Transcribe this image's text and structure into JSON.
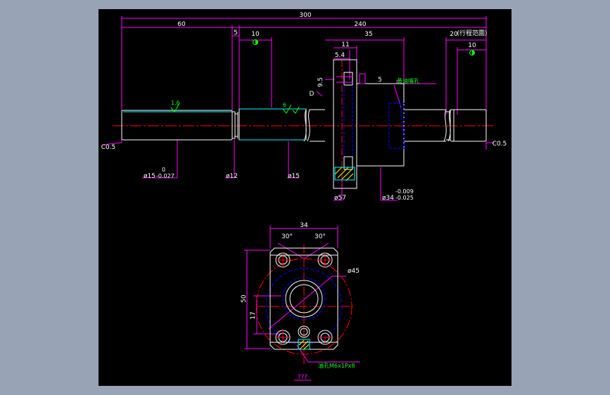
{
  "colors": {
    "background_outer": "#98a4b5",
    "canvas": "#000000",
    "dimension": "#ff00ff",
    "outline": "#ffffff",
    "centerline": "#ff0000",
    "hidden": "#0000ff",
    "edge": "#00ffff",
    "note": "#00ff00",
    "hatch": "#ffff00"
  },
  "side_view": {
    "dims": {
      "overall_length": "300",
      "left_journal": "60",
      "right_length": "240",
      "groove_width": "5",
      "bearing_seat_left": "10",
      "nut_length": "35",
      "flange_width": "11",
      "flange_offset": "5.4",
      "flange_hole": "9.5",
      "seat_step": "5",
      "right_shoulder": "20",
      "bearing_seat_right": "10",
      "note_right": "(行程范圍)",
      "label_d": "D",
      "label_chamfer_left": "C0.5",
      "label_chamfer_right": "C0.5",
      "left_diameter": "ø15",
      "left_tol_upper": "0",
      "left_tol_lower": "-0.027",
      "groove_diameter": "ø12",
      "shaft_diameter": "ø15",
      "flange_diameter": "ø57",
      "nut_diameter": "ø34",
      "nut_tol_upper": "-0.009",
      "nut_tol_lower": "-0.025"
    },
    "notes": {
      "lube_hole": "黃油嘴孔",
      "finish_1": "1.6",
      "finish_2": "6"
    }
  },
  "front_view": {
    "dims": {
      "width": "34",
      "angle_left": "30°",
      "angle_right": "30°",
      "pcd": "ø45",
      "height": "50",
      "center_height": "17"
    },
    "thread_note": "油孔M6x1Px8",
    "caption": "???"
  }
}
